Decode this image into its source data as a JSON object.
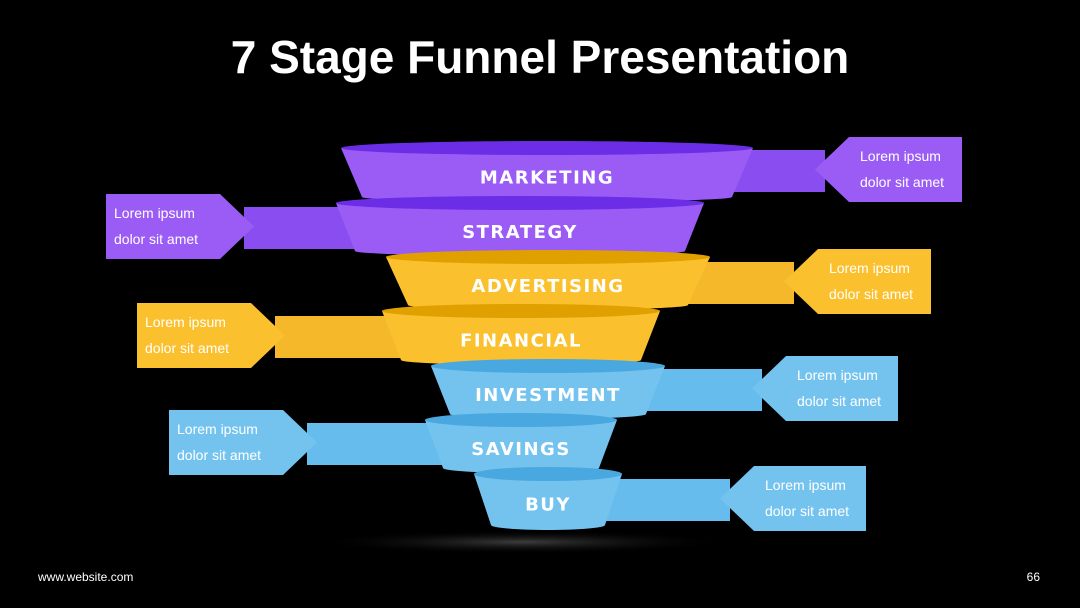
{
  "slide": {
    "title": "7 Stage Funnel Presentation",
    "footer_url": "www.website.com",
    "page_number": "66"
  },
  "colors": {
    "purple": "#9b5cf6",
    "purple_dark": "#6b2ee6",
    "purple_band": "#8a4ef0",
    "yellow": "#fbc02d",
    "yellow_dark": "#e0a000",
    "yellow_band": "#f5b82a",
    "blue": "#74c3ef",
    "blue_dark": "#4aa8e0",
    "blue_band": "#66bcec"
  },
  "stages": [
    {
      "label": "MARKETING",
      "color": "purple",
      "callout_side": "right",
      "callout": [
        "Lorem ipsum",
        "dolor sit amet"
      ]
    },
    {
      "label": "STRATEGY",
      "color": "purple",
      "callout_side": "left",
      "callout": [
        "Lorem ipsum",
        "dolor sit amet"
      ]
    },
    {
      "label": "ADVERTISING",
      "color": "yellow",
      "callout_side": "right",
      "callout": [
        "Lorem ipsum",
        "dolor sit amet"
      ]
    },
    {
      "label": "FINANCIAL",
      "color": "yellow",
      "callout_side": "left",
      "callout": [
        "Lorem ipsum",
        "dolor sit amet"
      ]
    },
    {
      "label": "INVESTMENT",
      "color": "blue",
      "callout_side": "right",
      "callout": [
        "Lorem ipsum",
        "dolor sit amet"
      ]
    },
    {
      "label": "SAVINGS",
      "color": "blue",
      "callout_side": "left",
      "callout": [
        "Lorem ipsum",
        "dolor sit amet"
      ]
    },
    {
      "label": "BUY",
      "color": "blue",
      "callout_side": "right",
      "callout": [
        "Lorem ipsum",
        "dolor sit amet"
      ]
    }
  ]
}
